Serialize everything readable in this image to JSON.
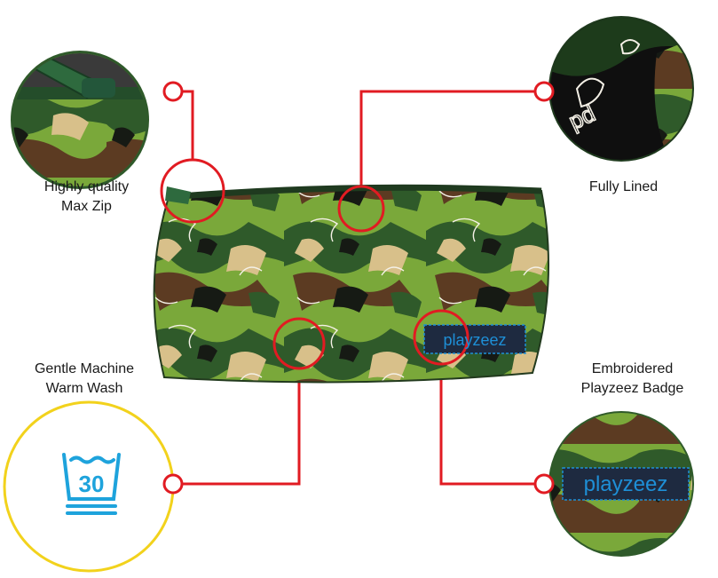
{
  "features": {
    "zip": {
      "line1": "Highly quality",
      "line2": "Max Zip"
    },
    "lined": {
      "line1": "Fully Lined"
    },
    "wash": {
      "line1": "Gentle Machine",
      "line2": "Warm Wash",
      "temperature": "30"
    },
    "badge": {
      "line1": "Embroidered",
      "line2": "Playzeez Badge",
      "badge_text": "playzeez"
    }
  },
  "colors": {
    "callout_red": "#e11b22",
    "wash_circle_yellow": "#f2d21c",
    "wash_icon_blue": "#1ea3dc",
    "badge_blue": "#1e8fd6",
    "camo_light_green": "#7aa83a",
    "camo_dark_green": "#2f5a2a",
    "camo_brown": "#5c3b22",
    "camo_tan": "#d8c08a",
    "camo_black": "#161a14"
  }
}
